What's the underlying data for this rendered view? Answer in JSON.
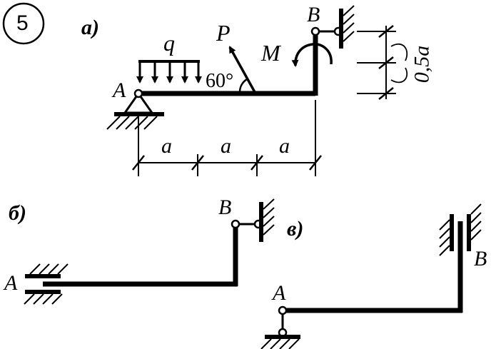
{
  "problem_number": "5",
  "parts": {
    "a": {
      "tag": "а)"
    },
    "b": {
      "tag": "б)"
    },
    "v": {
      "tag": "в)"
    }
  },
  "labels": {
    "A": "A",
    "B": "B",
    "q": "q",
    "P": "P",
    "M": "M",
    "angle": "60°",
    "dim_a": "a",
    "dim_half": "0,5a"
  }
}
